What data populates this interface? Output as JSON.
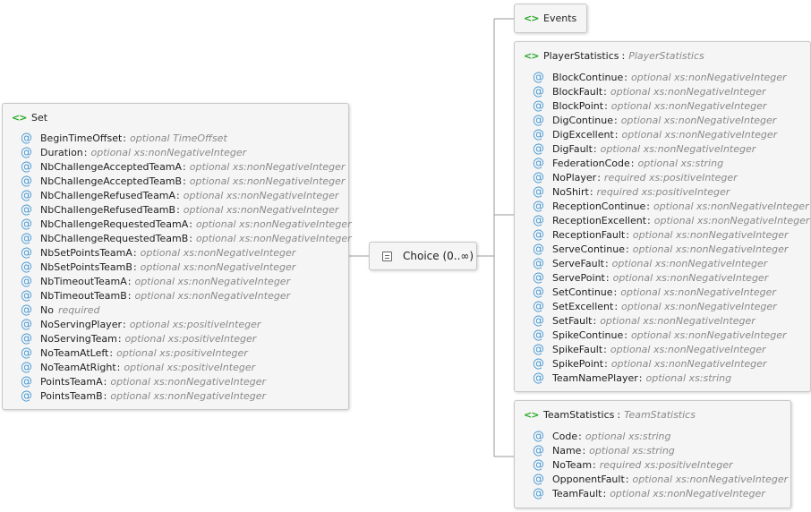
{
  "set": {
    "name": "Set",
    "attributes": [
      {
        "name": "BeginTimeOffset",
        "meta": "optional TimeOffset"
      },
      {
        "name": "Duration",
        "meta": "optional xs:nonNegativeInteger"
      },
      {
        "name": "NbChallengeAcceptedTeamA",
        "meta": "optional xs:nonNegativeInteger"
      },
      {
        "name": "NbChallengeAcceptedTeamB",
        "meta": "optional xs:nonNegativeInteger"
      },
      {
        "name": "NbChallengeRefusedTeamA",
        "meta": "optional xs:nonNegativeInteger"
      },
      {
        "name": "NbChallengeRefusedTeamB",
        "meta": "optional xs:nonNegativeInteger"
      },
      {
        "name": "NbChallengeRequestedTeamA",
        "meta": "optional xs:nonNegativeInteger"
      },
      {
        "name": "NbChallengeRequestedTeamB",
        "meta": "optional xs:nonNegativeInteger"
      },
      {
        "name": "NbSetPointsTeamA",
        "meta": "optional xs:nonNegativeInteger"
      },
      {
        "name": "NbSetPointsTeamB",
        "meta": "optional xs:nonNegativeInteger"
      },
      {
        "name": "NbTimeoutTeamA",
        "meta": "optional xs:nonNegativeInteger"
      },
      {
        "name": "NbTimeoutTeamB",
        "meta": "optional xs:nonNegativeInteger"
      },
      {
        "name": "No",
        "meta": "required"
      },
      {
        "name": "NoServingPlayer",
        "meta": "optional xs:positiveInteger"
      },
      {
        "name": "NoServingTeam",
        "meta": "optional xs:positiveInteger"
      },
      {
        "name": "NoTeamAtLeft",
        "meta": "optional xs:positiveInteger"
      },
      {
        "name": "NoTeamAtRight",
        "meta": "optional xs:positiveInteger"
      },
      {
        "name": "PointsTeamA",
        "meta": "optional xs:nonNegativeInteger"
      },
      {
        "name": "PointsTeamB",
        "meta": "optional xs:nonNegativeInteger"
      }
    ]
  },
  "choice": {
    "label": "Choice (0..∞)"
  },
  "events": {
    "name": "Events"
  },
  "player_statistics": {
    "name": "PlayerStatistics",
    "type": "PlayerStatistics",
    "attributes": [
      {
        "name": "BlockContinue",
        "meta": "optional xs:nonNegativeInteger"
      },
      {
        "name": "BlockFault",
        "meta": "optional xs:nonNegativeInteger"
      },
      {
        "name": "BlockPoint",
        "meta": "optional xs:nonNegativeInteger"
      },
      {
        "name": "DigContinue",
        "meta": "optional xs:nonNegativeInteger"
      },
      {
        "name": "DigExcellent",
        "meta": "optional xs:nonNegativeInteger"
      },
      {
        "name": "DigFault",
        "meta": "optional xs:nonNegativeInteger"
      },
      {
        "name": "FederationCode",
        "meta": "optional xs:string"
      },
      {
        "name": "NoPlayer",
        "meta": "required xs:positiveInteger"
      },
      {
        "name": "NoShirt",
        "meta": "required xs:positiveInteger"
      },
      {
        "name": "ReceptionContinue",
        "meta": "optional xs:nonNegativeInteger"
      },
      {
        "name": "ReceptionExcellent",
        "meta": "optional xs:nonNegativeInteger"
      },
      {
        "name": "ReceptionFault",
        "meta": "optional xs:nonNegativeInteger"
      },
      {
        "name": "ServeContinue",
        "meta": "optional xs:nonNegativeInteger"
      },
      {
        "name": "ServeFault",
        "meta": "optional xs:nonNegativeInteger"
      },
      {
        "name": "ServePoint",
        "meta": "optional xs:nonNegativeInteger"
      },
      {
        "name": "SetContinue",
        "meta": "optional xs:nonNegativeInteger"
      },
      {
        "name": "SetExcellent",
        "meta": "optional xs:nonNegativeInteger"
      },
      {
        "name": "SetFault",
        "meta": "optional xs:nonNegativeInteger"
      },
      {
        "name": "SpikeContinue",
        "meta": "optional xs:nonNegativeInteger"
      },
      {
        "name": "SpikeFault",
        "meta": "optional xs:nonNegativeInteger"
      },
      {
        "name": "SpikePoint",
        "meta": "optional xs:nonNegativeInteger"
      },
      {
        "name": "TeamNamePlayer",
        "meta": "optional xs:string"
      }
    ]
  },
  "team_statistics": {
    "name": "TeamStatistics",
    "type": "TeamStatistics",
    "attributes": [
      {
        "name": "Code",
        "meta": "optional xs:string"
      },
      {
        "name": "Name",
        "meta": "optional xs:string"
      },
      {
        "name": "NoTeam",
        "meta": "required xs:positiveInteger"
      },
      {
        "name": "OpponentFault",
        "meta": "optional xs:nonNegativeInteger"
      },
      {
        "name": "TeamFault",
        "meta": "optional xs:nonNegativeInteger"
      }
    ]
  },
  "icons": {
    "element": "element-icon",
    "attribute": "attribute-icon",
    "choice": "choice-icon"
  },
  "colors": {
    "element_icon": "#22a822",
    "attribute_icon": "#4a9ad4",
    "meta_text": "#8a8a8a",
    "box_bg": "#f5f5f5",
    "box_border": "#c8c8c8"
  },
  "glyphs": {
    "element": "<>",
    "attribute": "@",
    "colon": ":"
  }
}
